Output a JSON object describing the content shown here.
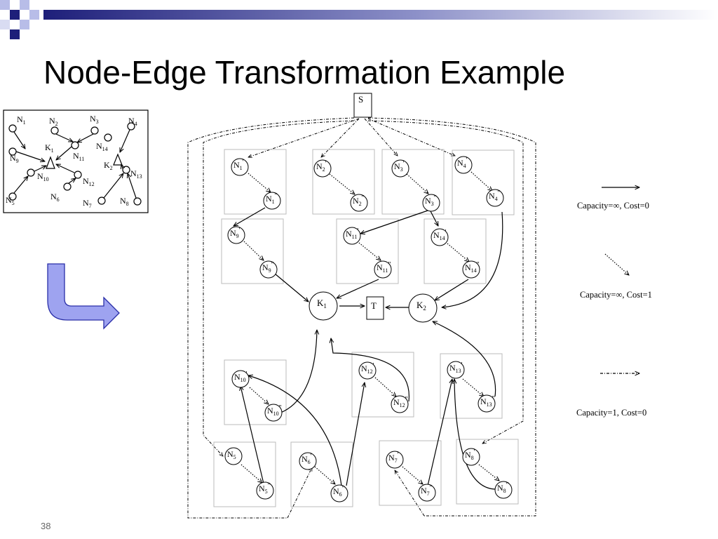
{
  "slide": {
    "title": "Node-Edge Transformation Example",
    "page_number": "38"
  },
  "original_graph": {
    "nodes": {
      "n1": {
        "label": "N",
        "sub": "1"
      },
      "n2": {
        "label": "N",
        "sub": "2"
      },
      "n3": {
        "label": "N",
        "sub": "3"
      },
      "n4": {
        "label": "N",
        "sub": "4"
      },
      "n5": {
        "label": "N",
        "sub": "5"
      },
      "n6": {
        "label": "N",
        "sub": "6"
      },
      "n7": {
        "label": "N",
        "sub": "7"
      },
      "n8": {
        "label": "N",
        "sub": "8"
      },
      "n9": {
        "label": "N",
        "sub": "9"
      },
      "n10": {
        "label": "N",
        "sub": "10"
      },
      "n11": {
        "label": "N",
        "sub": "11"
      },
      "n12": {
        "label": "N",
        "sub": "12"
      },
      "n13": {
        "label": "N",
        "sub": "13"
      },
      "n14": {
        "label": "N",
        "sub": "14"
      },
      "k1": {
        "label": "K",
        "sub": "1"
      },
      "k2": {
        "label": "K",
        "sub": "2"
      }
    }
  },
  "transformed_graph": {
    "source": "S",
    "sink": "T",
    "k1": {
      "label": "K",
      "sub": "1"
    },
    "k2": {
      "label": "K",
      "sub": "2"
    },
    "pairs": {
      "n1": {
        "in": "N",
        "out": "N",
        "sub": "1",
        "in_mark": "'",
        "out_mark": "\""
      },
      "n2": {
        "in": "N",
        "out": "N",
        "sub": "2",
        "in_mark": "'",
        "out_mark": "\""
      },
      "n3": {
        "in": "N",
        "out": "N",
        "sub": "3",
        "in_mark": "'",
        "out_mark": "\""
      },
      "n4": {
        "in": "N",
        "out": "N",
        "sub": "4",
        "in_mark": "'",
        "out_mark": "\""
      },
      "n5": {
        "in": "N",
        "out": "N",
        "sub": "5",
        "in_mark": "",
        "out_mark": "\""
      },
      "n6": {
        "in": "N",
        "out": "N",
        "sub": "6",
        "in_mark": "'",
        "out_mark": "\""
      },
      "n7": {
        "in": "N",
        "out": "N",
        "sub": "7",
        "in_mark": "'",
        "out_mark": "\""
      },
      "n8": {
        "in": "N",
        "out": "N",
        "sub": "8",
        "in_mark": "'",
        "out_mark": "\""
      },
      "n9": {
        "in": "N",
        "out": "N",
        "sub": "9",
        "in_mark": "'",
        "out_mark": "\""
      },
      "n10": {
        "in": "N",
        "out": "N",
        "sub": "10",
        "in_mark": "'",
        "out_mark": "\""
      },
      "n11": {
        "in": "N",
        "out": "N",
        "sub": "11",
        "in_mark": "'",
        "out_mark": "\""
      },
      "n12": {
        "in": "N",
        "out": "N",
        "sub": "12",
        "in_mark": "'",
        "out_mark": "\""
      },
      "n13": {
        "in": "N",
        "out": "N",
        "sub": "13",
        "in_mark": "'",
        "out_mark": "\""
      },
      "n14": {
        "in": "N",
        "out": "N",
        "sub": "14",
        "in_mark": "'",
        "out_mark": "\""
      }
    }
  },
  "legend": {
    "solid": "Capacity=∞, Cost=0",
    "dotted": "Capacity=∞, Cost=1",
    "dashdot": "Capacity=1, Cost=0"
  },
  "colors": {
    "arrow_fill": "#9ea3f0",
    "arrow_stroke": "#2a2fa8",
    "header_dark": "#1e1f7a",
    "header_light": "#b8bde8"
  }
}
